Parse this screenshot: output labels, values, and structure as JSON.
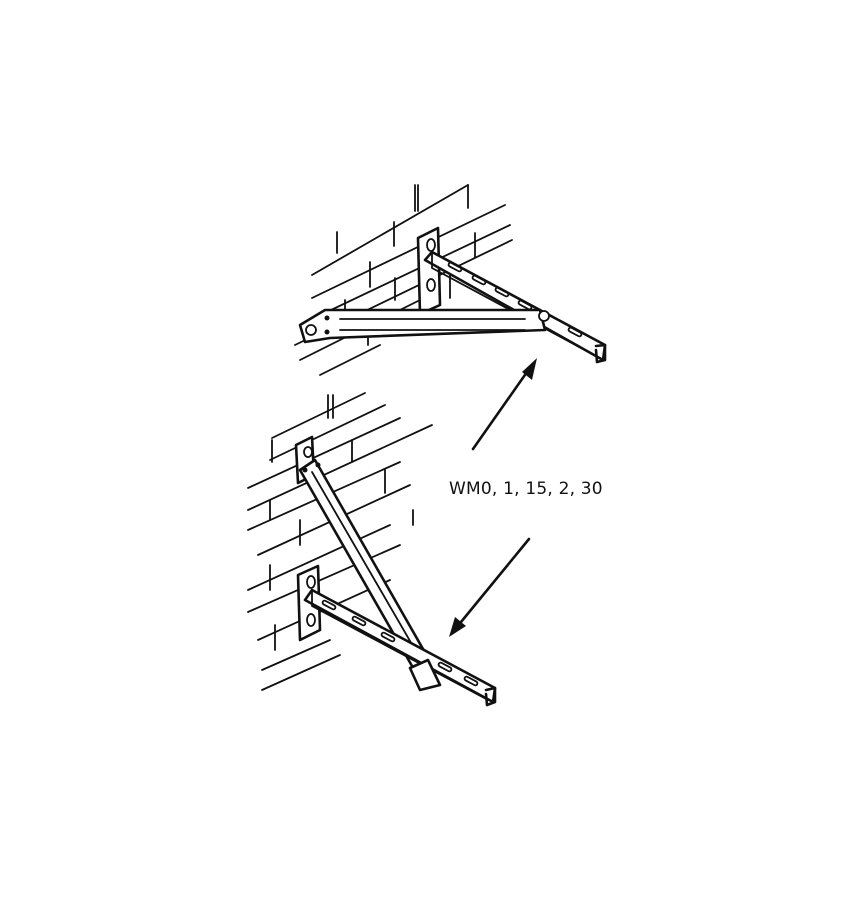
{
  "diagram": {
    "label": "WM0, 1, 15, 2, 30",
    "parts": [
      {
        "name": "top-bracket",
        "description": "Horizontal wall-mount channel bracket with horizontal strut, bolted to brick wall"
      },
      {
        "name": "bottom-bracket",
        "description": "Wall-mount channel bracket with diagonal support strut, bolted to brick wall"
      }
    ],
    "arrows": [
      {
        "name": "arrow-to-top-bracket",
        "direction": "up-right"
      },
      {
        "name": "arrow-to-bottom-bracket",
        "direction": "down-left"
      }
    ],
    "colors": {
      "line": "#111111",
      "background": "#ffffff"
    }
  }
}
